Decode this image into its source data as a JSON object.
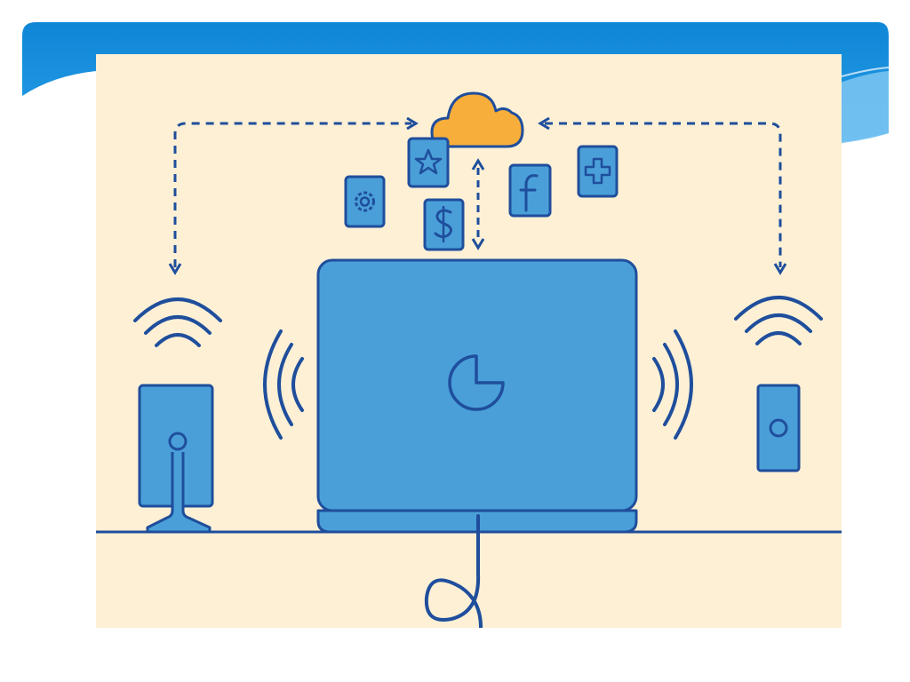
{
  "slide": {
    "colors": {
      "banner_blue": "#1d8fdc",
      "banner_light": "#7cc6f2",
      "illustration_bg": "#fdf0d5",
      "device_fill": "#4a9fd8",
      "outline": "#1f4e9c",
      "cloud": "#f8ae3a"
    },
    "icons": [
      "cloud-icon",
      "star-icon",
      "gear-icon",
      "dollar-icon",
      "facebook-icon",
      "medical-cross-icon",
      "wifi-icon",
      "pie-chart-icon"
    ],
    "devices": [
      "desktop-monitor",
      "laptop",
      "smartphone"
    ]
  }
}
